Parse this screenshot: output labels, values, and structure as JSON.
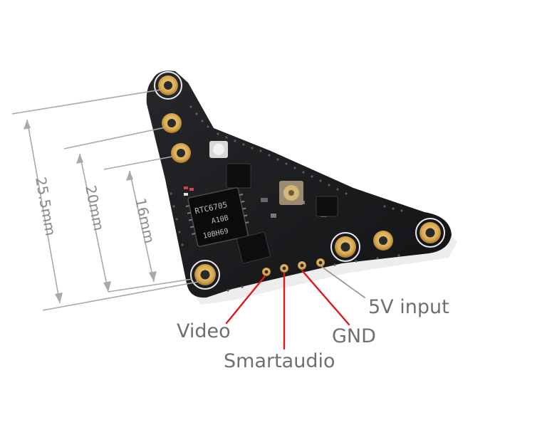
{
  "dimensions": {
    "outer": "25.5mm",
    "middle": "20mm",
    "inner": "16mm"
  },
  "pins": {
    "video": "Video",
    "smartaudio": "Smartaudio",
    "gnd": "GND",
    "five_volt": "5V input"
  },
  "chip_marking": {
    "line1": "RTC6705",
    "line2": "A10B",
    "line3": "10BH69"
  },
  "colors": {
    "board": "#1b1c1e",
    "pad_gold": "#d9a94f",
    "pad_ring": "#e9e9e9",
    "dimension_line": "#a9a9a9",
    "pin_wire": "#e0161c",
    "pin_leader_gray": "#9a9a9a"
  }
}
